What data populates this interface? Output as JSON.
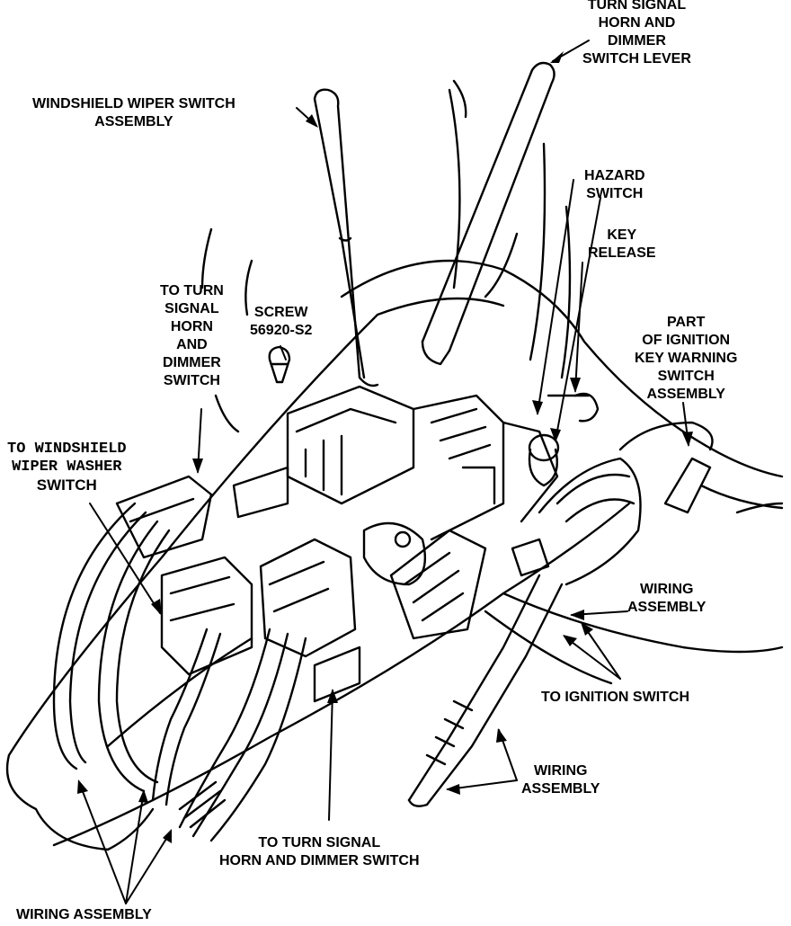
{
  "labels": {
    "turn_signal_lever": [
      "TURN SIGNAL",
      "HORN AND",
      "DIMMER",
      "SWITCH LEVER"
    ],
    "wiper_switch": [
      "WINDSHIELD WIPER SWITCH",
      "ASSEMBLY"
    ],
    "hazard_switch": [
      "HAZARD",
      "SWITCH"
    ],
    "key_release": [
      "KEY",
      "RELEASE"
    ],
    "to_turn_signal_upper": [
      "TO TURN",
      "SIGNAL",
      "HORN",
      "AND",
      "DIMMER",
      "SWITCH"
    ],
    "screw": [
      "SCREW",
      "56920-S2"
    ],
    "ignition_key_warning": [
      "PART",
      "OF IGNITION",
      "KEY WARNING",
      "SWITCH",
      "ASSEMBLY"
    ],
    "to_wiper_washer": [
      "TO WINDSHIELD",
      "WIPER WASHER",
      "SWITCH"
    ],
    "wiring_assembly_right": [
      "WIRING",
      "ASSEMBLY"
    ],
    "to_ignition_switch": [
      "TO IGNITION SWITCH"
    ],
    "wiring_assembly_lower": [
      "WIRING",
      "ASSEMBLY"
    ],
    "to_turn_signal_lower": [
      "TO TURN SIGNAL",
      "HORN AND DIMMER SWITCH"
    ],
    "wiring_assembly_bottom": [
      "WIRING ASSEMBLY"
    ]
  },
  "colors": {
    "ink": "#000000",
    "paper": "#ffffff"
  }
}
